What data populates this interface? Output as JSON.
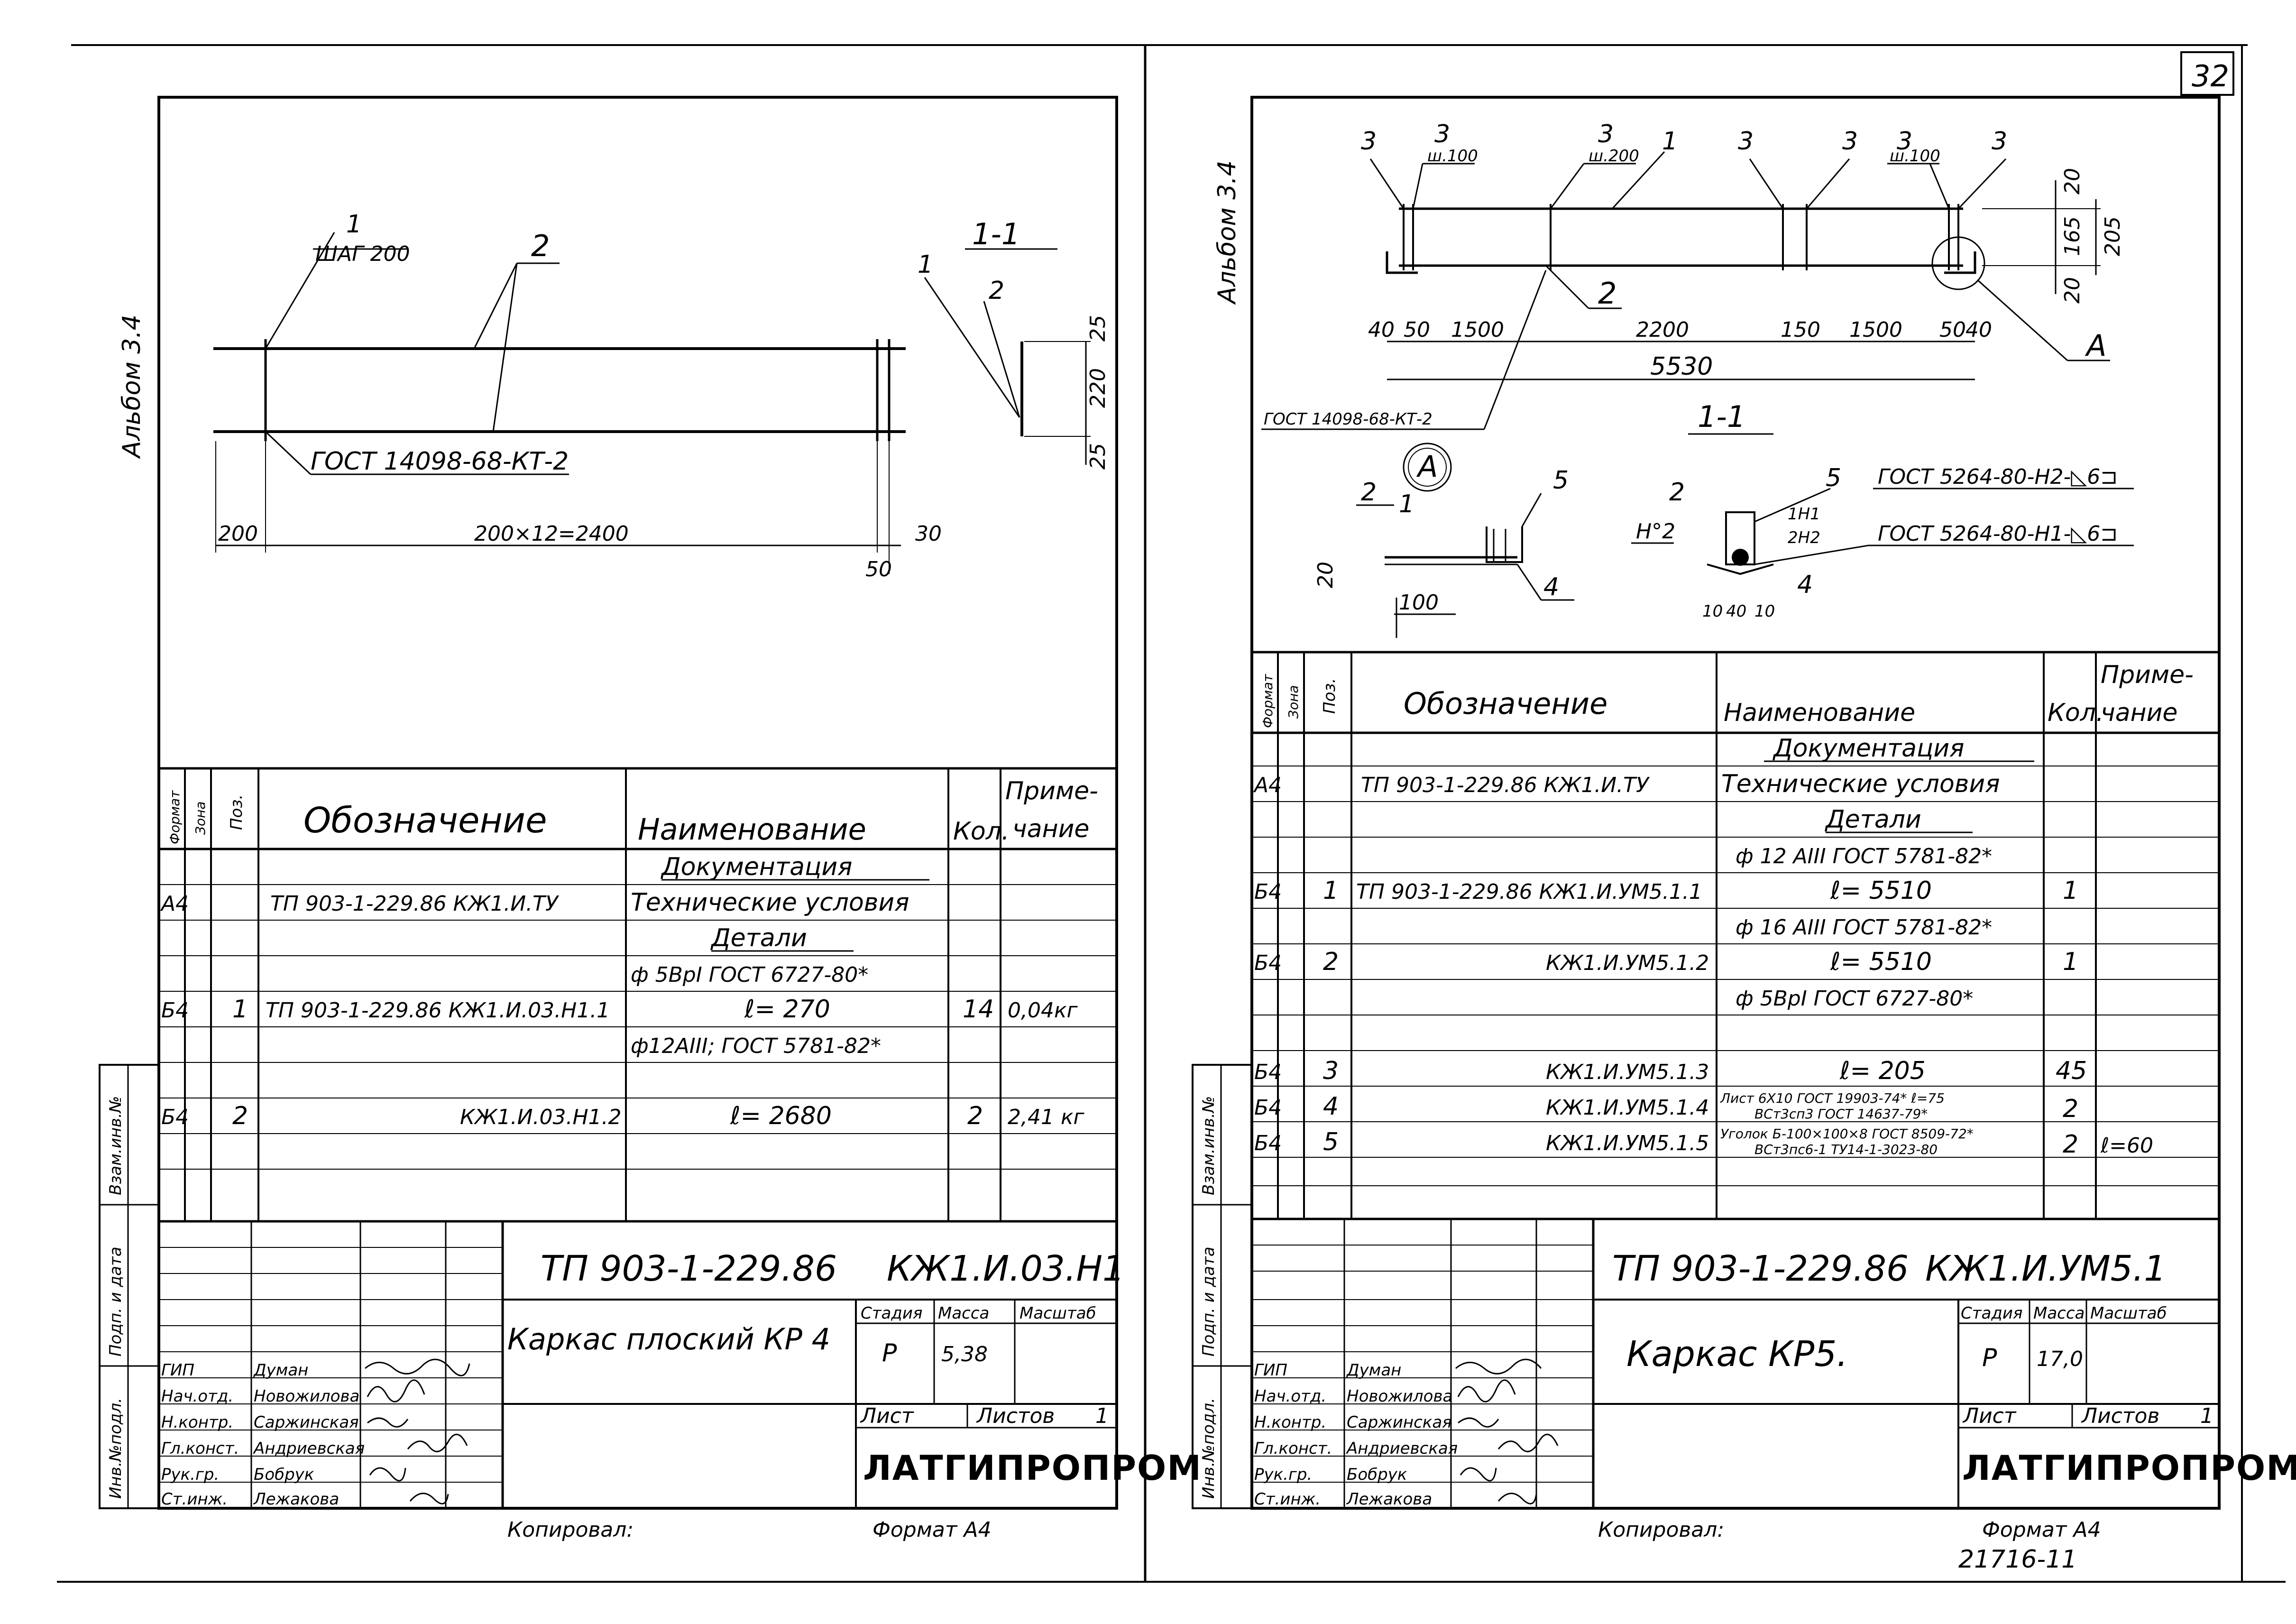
{
  "page_number": "32",
  "footer_code": "21716-11",
  "left": {
    "album": "Альбом 3.4",
    "drawing": {
      "pos1": "1",
      "pos2": "2",
      "step_label": "ШАГ 200",
      "weld_std": "ГОСТ 14098-68-КТ-2",
      "section_title": "1-1",
      "dim_start": "200",
      "dim_run": "200×12=2400",
      "dim_end": "30",
      "dim_end2": "50",
      "sec_dims": [
        "25",
        "220",
        "25"
      ]
    },
    "spec": {
      "headers": {
        "format": "Формат",
        "zone": "Зона",
        "pos": "Поз.",
        "designation": "Обозначение",
        "name": "Наименование",
        "qty": "Кол.",
        "note_l1": "Приме-",
        "note_l2": "чание"
      },
      "rows": [
        {
          "format": "",
          "pos": "",
          "designation": "",
          "name": "Документация",
          "qty": "",
          "note": "",
          "kind": "section"
        },
        {
          "format": "А4",
          "pos": "",
          "designation": "ТП 903-1-229.86  КЖ1.И.ТУ",
          "name": "Технические условия",
          "qty": "",
          "note": "",
          "kind": "row"
        },
        {
          "format": "",
          "pos": "",
          "designation": "",
          "name": "Детали",
          "qty": "",
          "note": "",
          "kind": "section"
        },
        {
          "format": "",
          "pos": "",
          "designation": "",
          "name": "ф 5ВрI ГОСТ 6727-80*",
          "qty": "",
          "note": "",
          "kind": "row"
        },
        {
          "format": "Б4",
          "pos": "1",
          "designation": "ТП 903-1-229.86  КЖ1.И.03.Н1.1",
          "name": "ℓ= 270",
          "qty": "14",
          "note": "0,04кг",
          "kind": "row"
        },
        {
          "format": "",
          "pos": "",
          "designation": "",
          "name": "ф12АIII; ГОСТ 5781-82*",
          "qty": "",
          "note": "",
          "kind": "row"
        },
        {
          "format": "Б4",
          "pos": "2",
          "designation": "КЖ1.И.03.Н1.2",
          "name": "ℓ= 2680",
          "qty": "2",
          "note": "2,41 кг",
          "kind": "row"
        },
        {
          "format": "",
          "pos": "",
          "designation": "",
          "name": "",
          "qty": "",
          "note": "",
          "kind": "row"
        }
      ]
    },
    "margin_labels": [
      "Взам.инв.№",
      "Подп. и дата",
      "Инв.№подл."
    ],
    "title_block": {
      "project": "ТП 903-1-229.86",
      "code": "КЖ1.И.03.Н1",
      "title": "Каркас плоский КР 4",
      "stage_label": "Стадия",
      "mass_label": "Масса",
      "scale_label": "Масштаб",
      "stage": "Р",
      "mass": "5,38",
      "sheet_label": "Лист",
      "sheets_label": "Листов",
      "sheets": "1",
      "org": "ЛАТГИПРОПРОМ",
      "staff": [
        {
          "role": "ГИП",
          "name": "Думан"
        },
        {
          "role": "Нач.отд.",
          "name": "Новожилова"
        },
        {
          "role": "Н.контр.",
          "name": "Саржинская"
        },
        {
          "role": "Гл.конст.",
          "name": "Андриевская"
        },
        {
          "role": "Рук.гр.",
          "name": "Бобрук"
        },
        {
          "role": "Ст.инж.",
          "name": "Лежакова"
        }
      ]
    },
    "copied": "Копировал:",
    "format": "Формат А4"
  },
  "right": {
    "album": "Альбом 3.4",
    "drawing": {
      "marks": [
        "3",
        "3",
        "3",
        "1",
        "3",
        "3",
        "3",
        "3"
      ],
      "steps": [
        "ш.100",
        "ш.200",
        "ш.100"
      ],
      "pos2": "2",
      "dims_bottom": [
        "40",
        "50",
        "1500",
        "2200",
        "150",
        "1500",
        "50",
        "40"
      ],
      "total": "5530",
      "dims_side": [
        "20",
        "165",
        "20",
        "205"
      ],
      "callout": "А",
      "weld_std": "ГОСТ 14098-68-КТ-2",
      "detail_label": "А",
      "section_title": "1-1",
      "detail_pos": [
        "2",
        "1",
        "5",
        "4"
      ],
      "detail_dims": [
        "20",
        "100"
      ],
      "sec_pos": [
        "2",
        "5",
        "4"
      ],
      "sec_weld1": "ГОСТ 5264-80-Н2-◺6⊐",
      "sec_weld2": "ГОСТ 5264-80-Н1-◺6⊐",
      "n2": "Н°2",
      "marks_small": [
        "1Н1",
        "2Н2"
      ],
      "sec_dims": [
        "10",
        "40",
        "10"
      ]
    },
    "spec": {
      "headers": {
        "format": "Формат",
        "zone": "Зона",
        "pos": "Поз.",
        "designation": "Обозначение",
        "name": "Наименование",
        "qty": "Кол.",
        "note_l1": "Приме-",
        "note_l2": "чание"
      },
      "rows": [
        {
          "format": "",
          "pos": "",
          "designation": "",
          "name": "Документация",
          "qty": "",
          "note": "",
          "kind": "section"
        },
        {
          "format": "А4",
          "pos": "",
          "designation": "ТП 903-1-229.86  КЖ1.И.ТУ",
          "name": "Технические условия",
          "qty": "",
          "note": "",
          "kind": "row"
        },
        {
          "format": "",
          "pos": "",
          "designation": "",
          "name": "Детали",
          "qty": "",
          "note": "",
          "kind": "section"
        },
        {
          "format": "",
          "pos": "",
          "designation": "",
          "name": "ф 12 АIII ГОСТ 5781-82*",
          "qty": "",
          "note": "",
          "kind": "row"
        },
        {
          "format": "Б4",
          "pos": "1",
          "designation": "ТП 903-1-229.86  КЖ1.И.УМ5.1.1",
          "name": "ℓ= 5510",
          "qty": "1",
          "note": "",
          "kind": "row"
        },
        {
          "format": "",
          "pos": "",
          "designation": "",
          "name": "ф 16 АIII ГОСТ 5781-82*",
          "qty": "",
          "note": "",
          "kind": "row"
        },
        {
          "format": "Б4",
          "pos": "2",
          "designation": "КЖ1.И.УМ5.1.2",
          "name": "ℓ= 5510",
          "qty": "1",
          "note": "",
          "kind": "row"
        },
        {
          "format": "",
          "pos": "",
          "designation": "",
          "name": "ф 5ВрI ГОСТ 6727-80*",
          "qty": "",
          "note": "",
          "kind": "row"
        },
        {
          "format": "Б4",
          "pos": "3",
          "designation": "КЖ1.И.УМ5.1.3",
          "name": "ℓ= 205",
          "qty": "45",
          "note": "",
          "kind": "row"
        },
        {
          "format": "Б4",
          "pos": "4",
          "designation": "КЖ1.И.УМ5.1.4",
          "name_l1": "Лист 6Х10 ГОСТ 19903-74* ℓ=75",
          "name_l2": "ВСт3сп3 ГОСТ 14637-79*",
          "name": "",
          "qty": "2",
          "note": "",
          "kind": "row2"
        },
        {
          "format": "Б4",
          "pos": "5",
          "designation": "КЖ1.И.УМ5.1.5",
          "name_l1": "Уголок Б-100×100×8 ГОСТ 8509-72*",
          "name_l2": "ВСт3пс6-1 ТУ14-1-3023-80",
          "name": "",
          "qty": "2",
          "note": "ℓ=60",
          "kind": "row2"
        }
      ]
    },
    "margin_labels": [
      "Взам.инв.№",
      "Подп. и дата",
      "Инв.№подл."
    ],
    "title_block": {
      "project": "ТП 903-1-229.86",
      "code": "КЖ1.И.УМ5.1",
      "title": "Каркас КР5.",
      "stage_label": "Стадия",
      "mass_label": "Масса",
      "scale_label": "Масштаб",
      "stage": "Р",
      "mass": "17,0",
      "sheet_label": "Лист",
      "sheets_label": "Листов",
      "sheets": "1",
      "org": "ЛАТГИПРОПРОМ",
      "staff": [
        {
          "role": "ГИП",
          "name": "Думан"
        },
        {
          "role": "Нач.отд.",
          "name": "Новожилова"
        },
        {
          "role": "Н.контр.",
          "name": "Саржинская"
        },
        {
          "role": "Гл.конст.",
          "name": "Андриевская"
        },
        {
          "role": "Рук.гр.",
          "name": "Бобрук"
        },
        {
          "role": "Ст.инж.",
          "name": "Лежакова"
        }
      ]
    },
    "copied": "Копировал:",
    "format": "Формат А4"
  }
}
